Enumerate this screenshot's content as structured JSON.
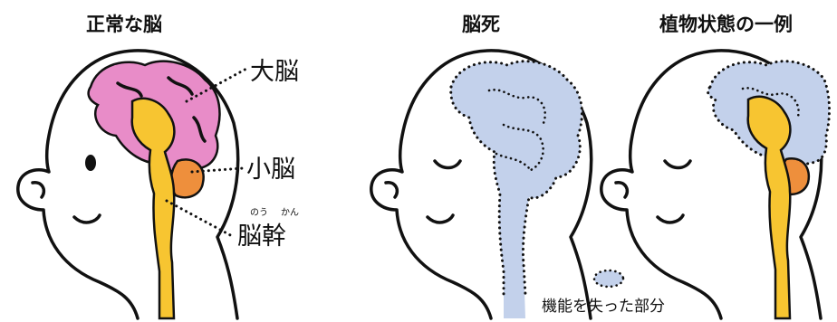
{
  "titles": {
    "normal": "正常な脳",
    "brain_death": "脳死",
    "vegetative": "植物状態の一例"
  },
  "labels": {
    "cerebrum": "大脳",
    "cerebellum": "小脳",
    "brainstem": "脳幹",
    "brainstem_reading_1": "のう",
    "brainstem_reading_2": "かん"
  },
  "legend": {
    "lost_function": "機能を失った部分"
  },
  "colors": {
    "cerebrum": "#e88cc8",
    "cerebellum": "#ee8f3c",
    "brainstem": "#f7c531",
    "lost": "#c3d1eb",
    "outline": "#111111",
    "background": "#ffffff"
  }
}
